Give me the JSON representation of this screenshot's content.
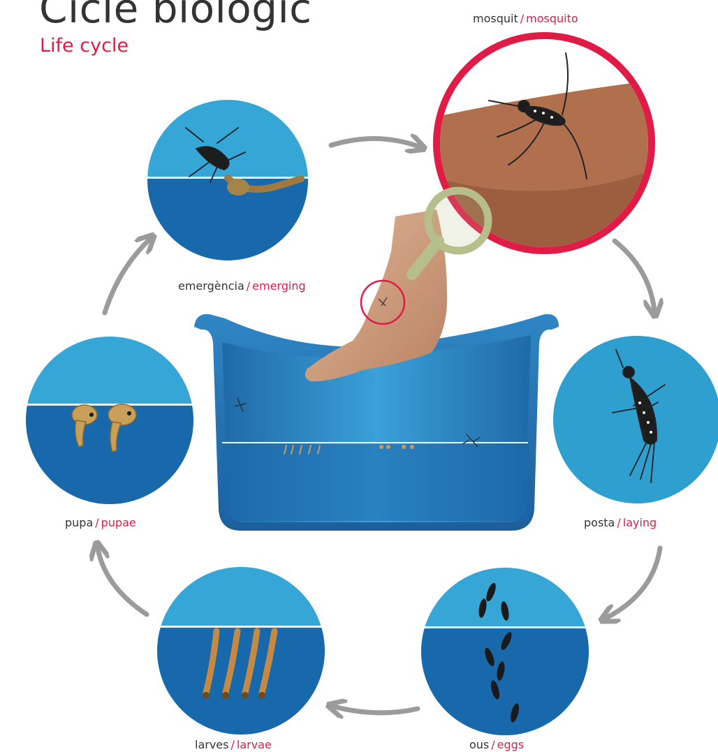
{
  "header": {
    "title": "Cicle biològic",
    "subtitle": "Life cycle"
  },
  "stages": {
    "mosquito": {
      "local": "mosquit",
      "separator": "/",
      "english": "mosquito"
    },
    "laying": {
      "local": "posta",
      "separator": "/",
      "english": "laying"
    },
    "eggs": {
      "local": "ous",
      "separator": "/",
      "english": "eggs"
    },
    "larvae": {
      "local": "larves",
      "separator": "/",
      "english": "larvae"
    },
    "pupae": {
      "local": "pupa",
      "separator": "/",
      "english": "pupae"
    },
    "emerging": {
      "local": "emergència",
      "separator": "/",
      "english": "emerging"
    }
  },
  "colors": {
    "accent": "#e01b45",
    "water_light": "#36a6d6",
    "water_dark": "#1769ab",
    "arrow": "#9b9b9b",
    "magnifier": "#b6bf8c"
  }
}
